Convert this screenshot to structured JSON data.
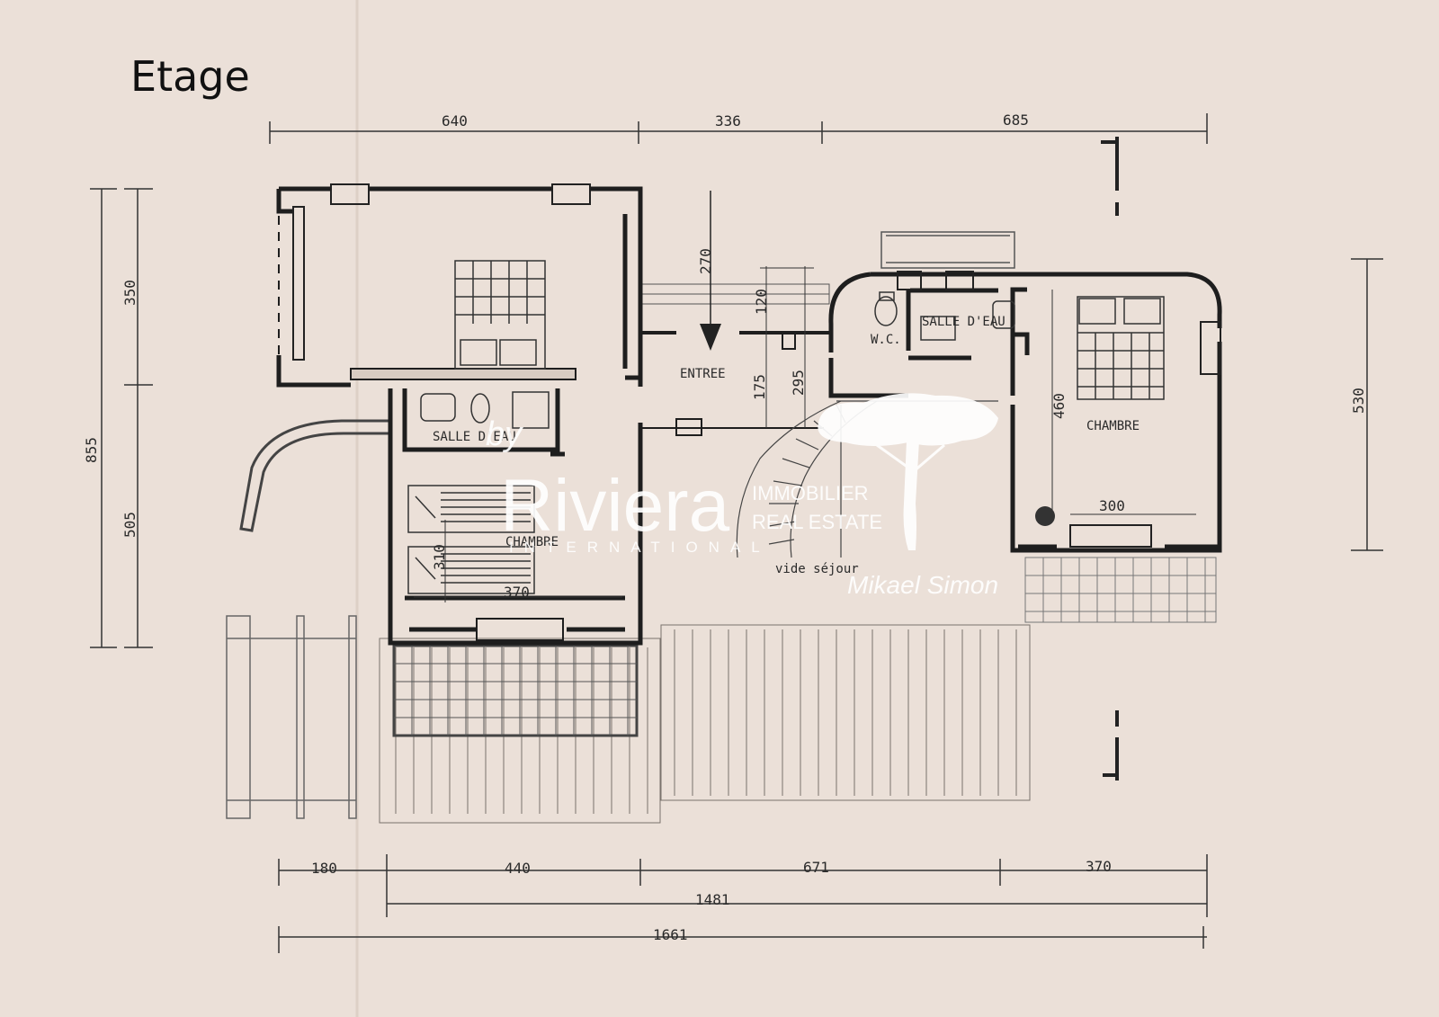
{
  "title": "Etage",
  "dimensions": {
    "top": [
      "640",
      "336",
      "685"
    ],
    "left_total": "855",
    "left_parts": [
      "350",
      "505"
    ],
    "right": "530",
    "bottom": [
      "180",
      "440",
      "671",
      "370"
    ],
    "bottom_mid": "1481",
    "bottom_total": "1661",
    "inner": [
      "270",
      "120",
      "175",
      "295",
      "460",
      "300",
      "310",
      "370"
    ]
  },
  "rooms": {
    "entree": "ENTREE",
    "salle_eau_left": "SALLE D'EAU",
    "chambre_left": "CHAMBRE",
    "wc": "W.C.",
    "salle_eau_right": "SALLE D'EAU",
    "chambre_right": "CHAMBRE",
    "vide_sejour": "vide séjour"
  },
  "watermark": {
    "by": "by",
    "brand": "Riviera",
    "line1": "IMMOBILIER",
    "line2": "REAL ESTATE",
    "line3": "INTERNATIONAL",
    "signature": "Mikael Simon"
  },
  "colors": {
    "paper": "#ebe0d8",
    "ink": "#2a2a2a",
    "watermark": "#ffffff"
  }
}
